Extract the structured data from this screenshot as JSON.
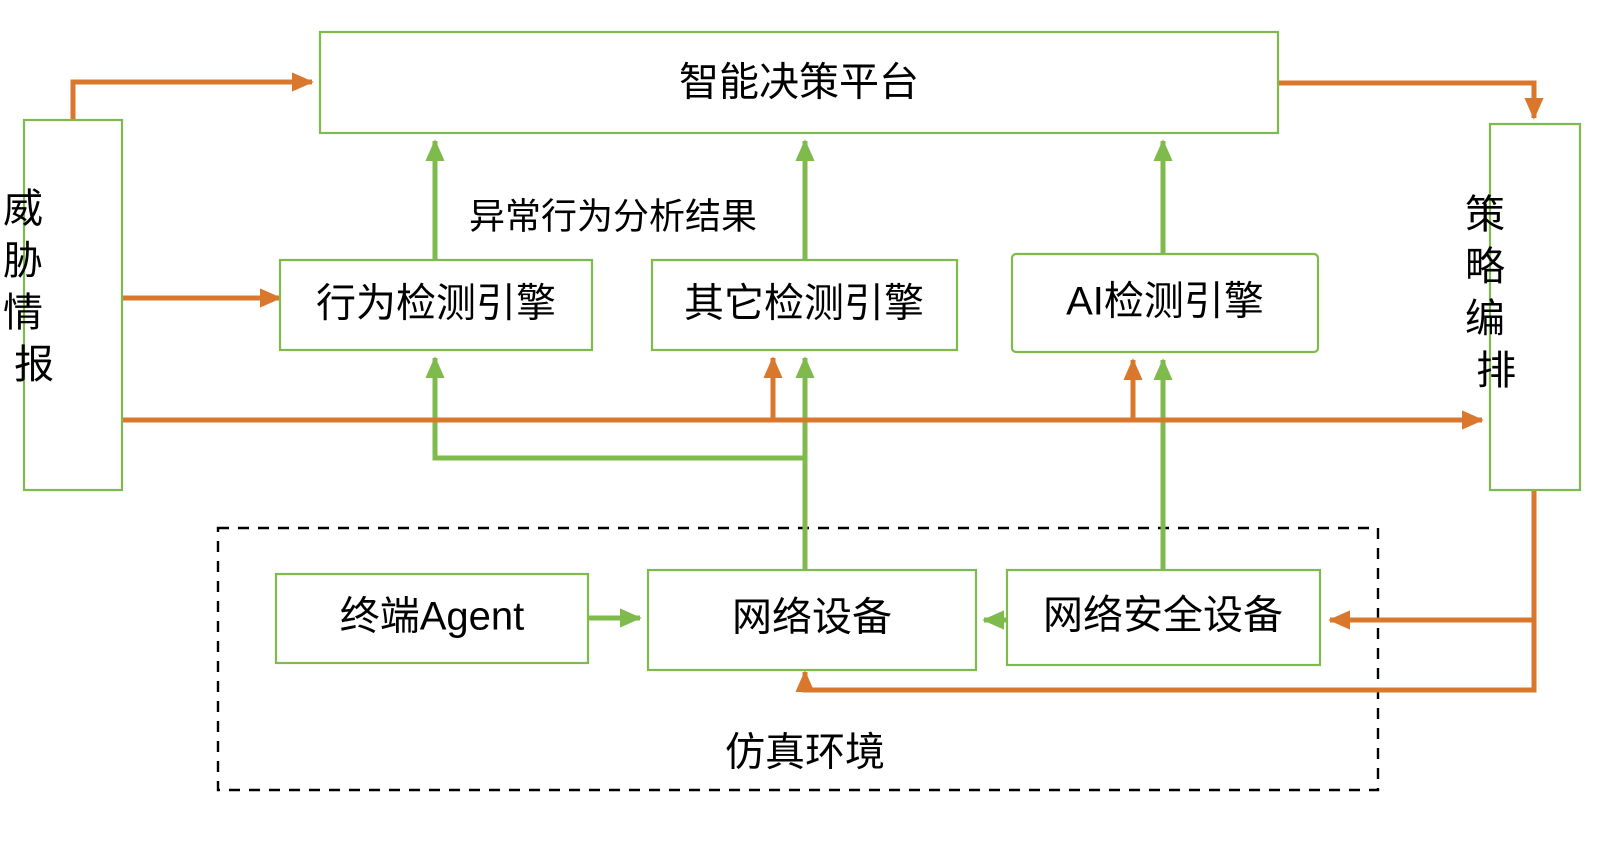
{
  "diagram": {
    "title_node": {
      "label": "智能决策平台"
    },
    "colors": {
      "node_border": "#7fba4c",
      "data_flow_green": "#7fba4c",
      "control_flow_orange": "#d9782d",
      "group_border": "#000000",
      "background": "#ffffff",
      "text": "#000000"
    },
    "nodes": [
      {
        "id": "platform",
        "label": "智能决策平台",
        "orientation": "horizontal"
      },
      {
        "id": "threat-intel",
        "label": "威胁情报",
        "orientation": "vertical"
      },
      {
        "id": "policy-orch",
        "label": "策略编排",
        "orientation": "vertical"
      },
      {
        "id": "behavior-engine",
        "label": "行为检测引擎",
        "orientation": "horizontal"
      },
      {
        "id": "other-engine",
        "label": "其它检测引擎",
        "orientation": "horizontal"
      },
      {
        "id": "ai-engine",
        "label": "AI检测引擎",
        "orientation": "horizontal"
      },
      {
        "id": "endpoint-agent",
        "label": "终端Agent",
        "orientation": "horizontal"
      },
      {
        "id": "network-device",
        "label": "网络设备",
        "orientation": "horizontal"
      },
      {
        "id": "network-sec-device",
        "label": "网络安全设备",
        "orientation": "horizontal"
      }
    ],
    "edge_labels": [
      {
        "id": "anomaly-result",
        "label": "异常行为分析结果"
      }
    ],
    "groups": [
      {
        "id": "sim-env",
        "label": "仿真环境",
        "style": "dashed"
      }
    ]
  }
}
